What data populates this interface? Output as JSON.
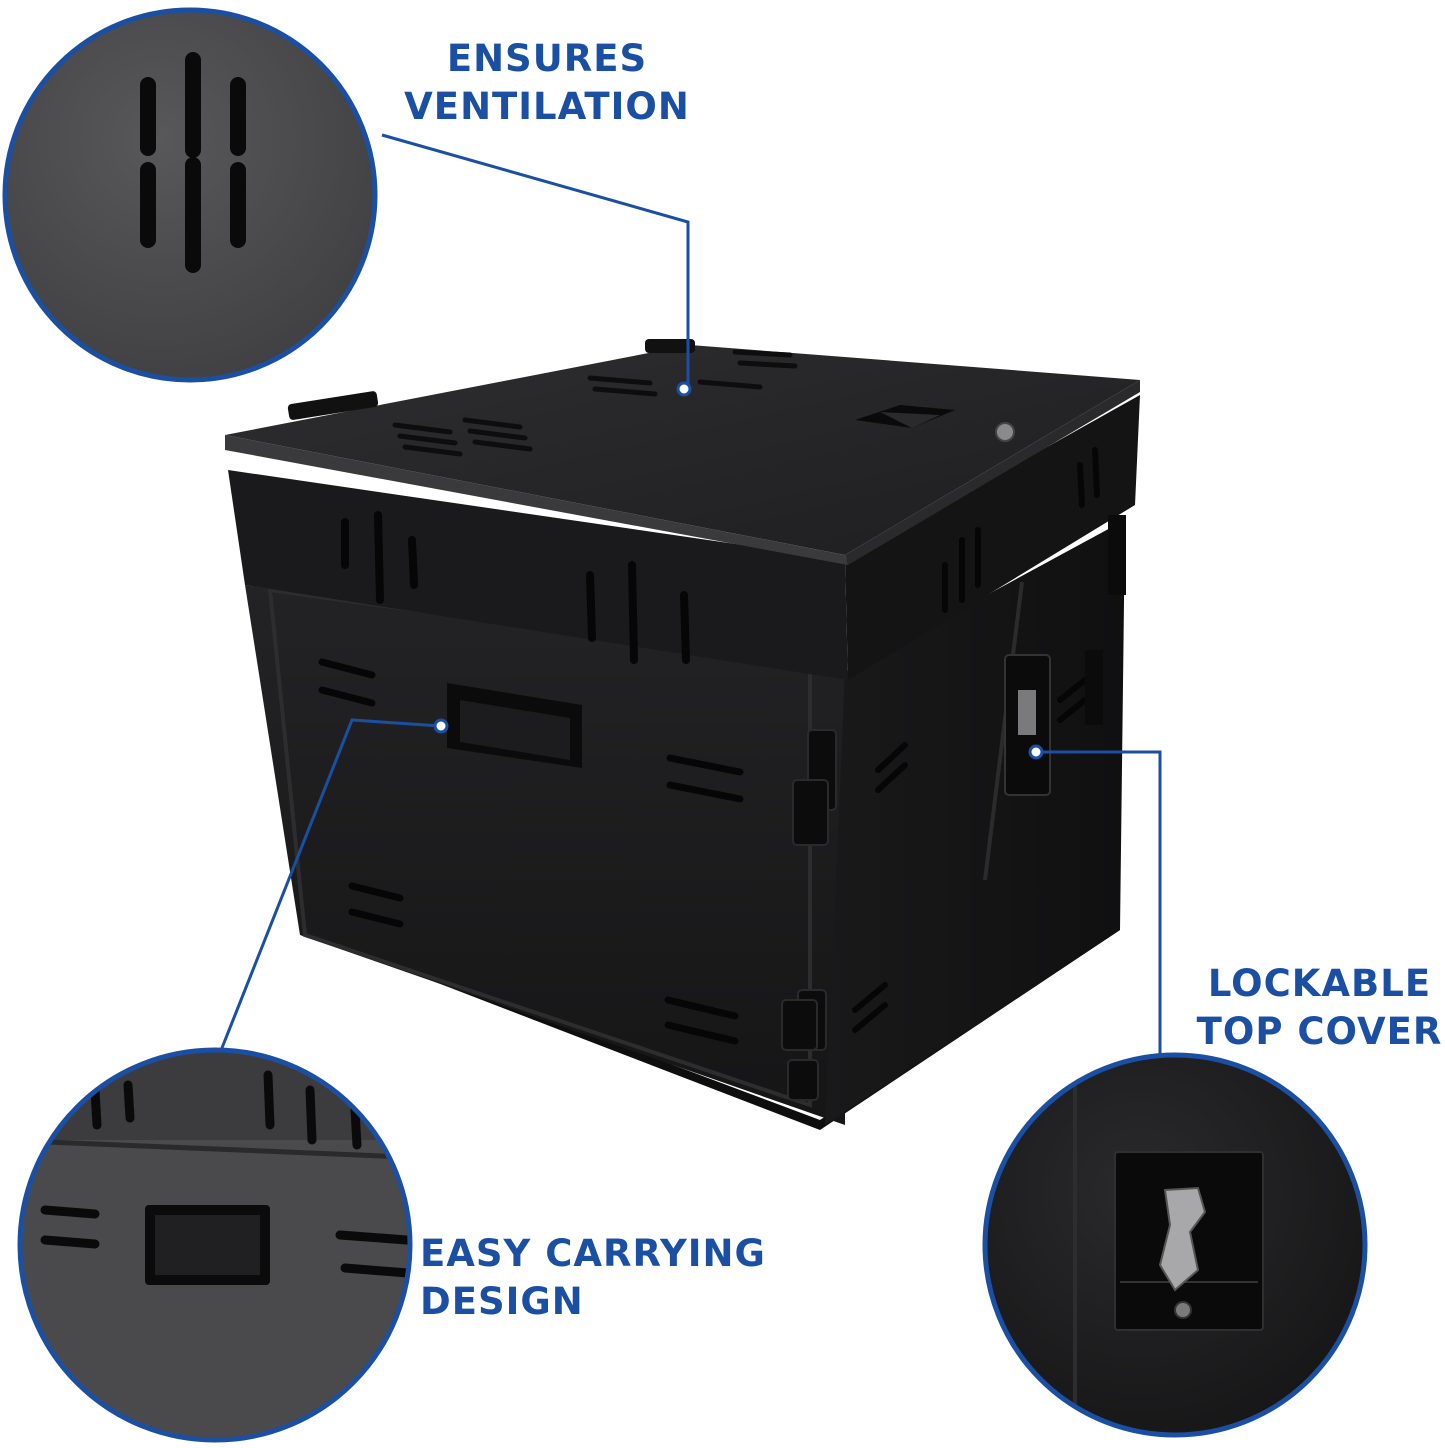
{
  "callouts": {
    "ventilation": {
      "line1": "ENSURES",
      "line2": "VENTILATION"
    },
    "lockable": {
      "line1": "LOCKABLE",
      "line2": "TOP COVER"
    },
    "carrying": {
      "line1": "EASY CARRYING",
      "line2": "DESIGN"
    }
  },
  "colors": {
    "accent": "#1a4fa3",
    "cabinet": "#1c1c1e",
    "background": "#ffffff"
  }
}
